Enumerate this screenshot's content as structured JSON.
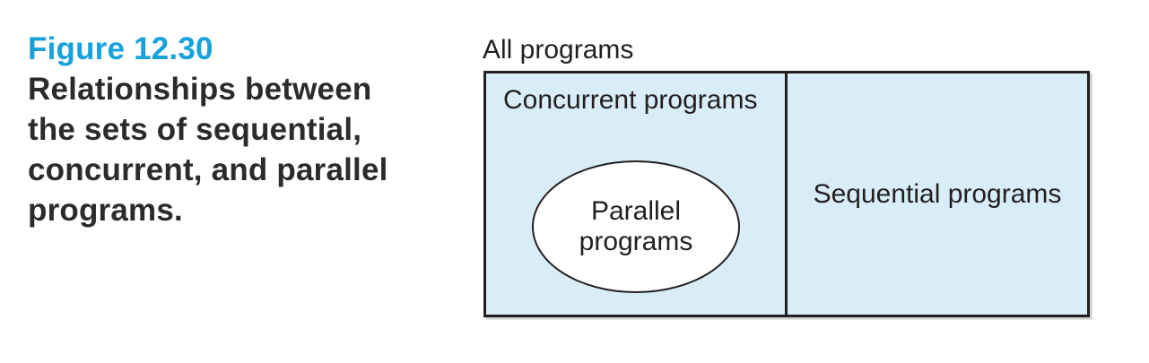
{
  "figure": {
    "label": "Figure 12.30",
    "caption_lines": [
      "Relationships between",
      "the sets of sequential,",
      "concurrent, and parallel",
      "programs."
    ]
  },
  "diagram": {
    "universe_label": "All programs",
    "concurrent_region_label": "Concurrent programs",
    "parallel_set_line1": "Parallel",
    "parallel_set_line2": "programs",
    "sequential_region_label": "Sequential programs"
  },
  "colors": {
    "figure_label_accent": "#18a2dd",
    "caption_text": "#2d2a2b",
    "region_fill": "#d9edf8",
    "outline": "#231f20",
    "parallel_set_fill": "#ffffff",
    "page_background": "#ffffff"
  }
}
